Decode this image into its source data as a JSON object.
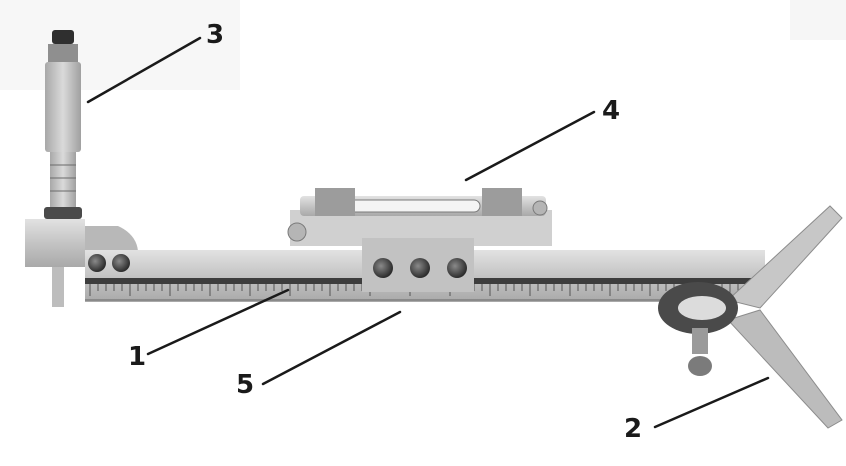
{
  "diagram": {
    "callouts": [
      {
        "id": "part-1",
        "label": "1"
      },
      {
        "id": "part-2",
        "label": "2"
      },
      {
        "id": "part-3",
        "label": "3"
      },
      {
        "id": "part-4",
        "label": "4"
      },
      {
        "id": "part-5",
        "label": "5"
      }
    ]
  },
  "colors": {
    "background": "#ffffff",
    "metal": "#c9c9c9",
    "dark": "#3a3a3a",
    "leader": "#1a1a1a"
  }
}
